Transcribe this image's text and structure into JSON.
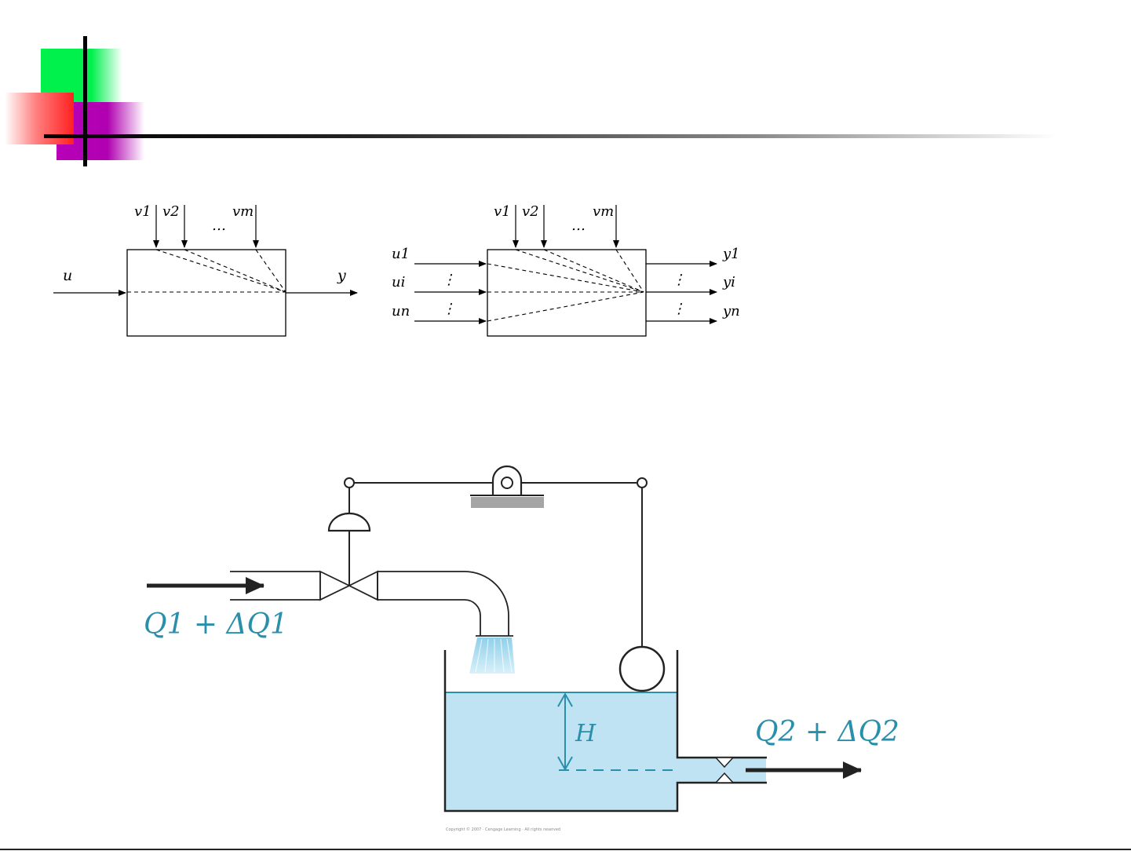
{
  "diagram1": {
    "disturbances": [
      "v1",
      "v2",
      "vm"
    ],
    "ellipsis": "…",
    "input": "u",
    "output": "y"
  },
  "diagram2": {
    "disturbances": [
      "v1",
      "v2",
      "vm"
    ],
    "ellipsis": "…",
    "inputs": [
      "u1",
      "ui",
      "un"
    ],
    "outputs": [
      "y1",
      "yi",
      "yn"
    ],
    "vdots": "⋮"
  },
  "tank": {
    "inflow_label": "Q1 + ΔQ1",
    "outflow_label": "Q2 + ΔQ2",
    "level_label": "H",
    "copyright": "Copyright © 2007 · Cengage Learning · All rights reserved"
  },
  "colors": {
    "accent_teal": "#2a8faa",
    "water": "#bfe3f2",
    "square_green": "#00f04c",
    "square_purple": "#b000b0",
    "square_red": "#ff2020"
  }
}
